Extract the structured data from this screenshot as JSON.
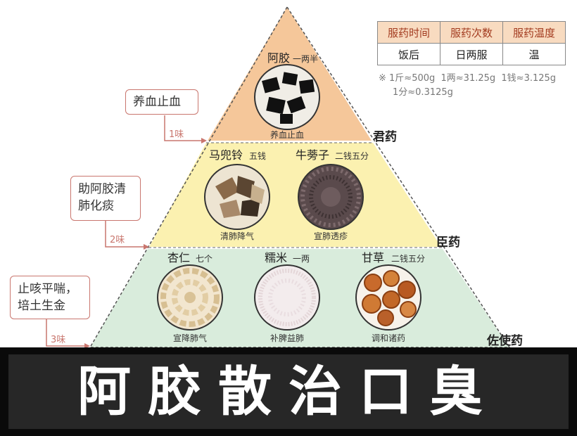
{
  "usage_table": {
    "headers": [
      "服药时间",
      "服药次数",
      "服药温度"
    ],
    "values": [
      "饭后",
      "日两服",
      "温"
    ]
  },
  "units_note": {
    "line1": "※ 1斤≈500g  1两≈31.25g  1钱≈3.125g",
    "line2": "1分≈0.3125g"
  },
  "tiers": [
    {
      "rank": "君药",
      "function_box": [
        "养血止血"
      ],
      "dose_count": "1味",
      "herbs": [
        {
          "name": "阿胶",
          "amount": "一两半",
          "effect": "养血止血"
        }
      ]
    },
    {
      "rank": "臣药",
      "function_box": [
        "助阿胶清",
        "肺化痰"
      ],
      "dose_count": "2味",
      "herbs": [
        {
          "name": "马兜铃",
          "amount": "五钱",
          "effect": "清肺降气"
        },
        {
          "name": "牛蒡子",
          "amount": "二钱五分",
          "effect": "宣肺透疹"
        }
      ]
    },
    {
      "rank": "佐使药",
      "function_box": [
        "止咳平喘，",
        "培土生金"
      ],
      "dose_count": "3味",
      "herbs": [
        {
          "name": "杏仁",
          "amount": "七个",
          "effect": "宣降肺气"
        },
        {
          "name": "糯米",
          "amount": "一两",
          "effect": "补脾益肺"
        },
        {
          "name": "甘草",
          "amount": "二钱五分",
          "effect": "调和诸药"
        }
      ]
    }
  ],
  "title": "阿胶散治口臭",
  "colors": {
    "tier1": "#f5c79a",
    "tier2": "#fbf1b0",
    "tier3": "#d9ecdc",
    "accent": "#c9766e"
  }
}
